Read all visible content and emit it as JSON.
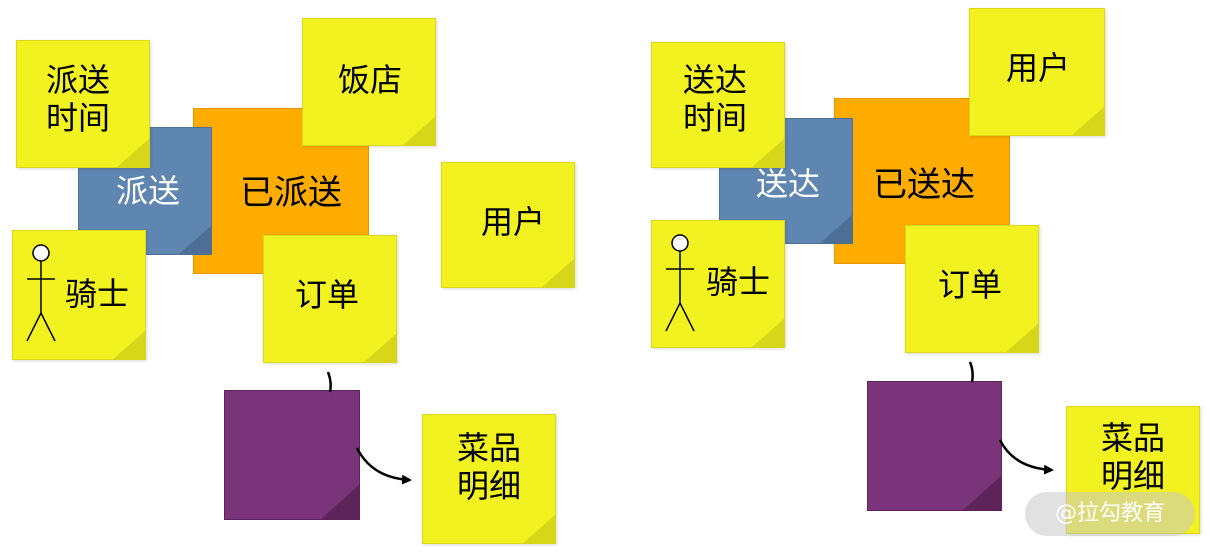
{
  "left": {
    "delivery_time": "派送\n时间",
    "restaurant": "饭店",
    "deliver": "派送",
    "delivered": "已派送",
    "user": "用户",
    "rider": "骑士",
    "order": "订单",
    "dish_detail": "菜品\n明细"
  },
  "right": {
    "arrival_time": "送达\n时间",
    "user": "用户",
    "arrive": "送达",
    "arrived": "已送达",
    "rider": "骑士",
    "order": "订单",
    "dish_detail": "菜品\n明细"
  },
  "watermark": "@拉勾教育",
  "colors": {
    "sticky_yellow": "#f1f21f",
    "command_blue": "#5f86b0",
    "event_orange": "#ffac00",
    "aggregate_purple": "#7a3479"
  }
}
